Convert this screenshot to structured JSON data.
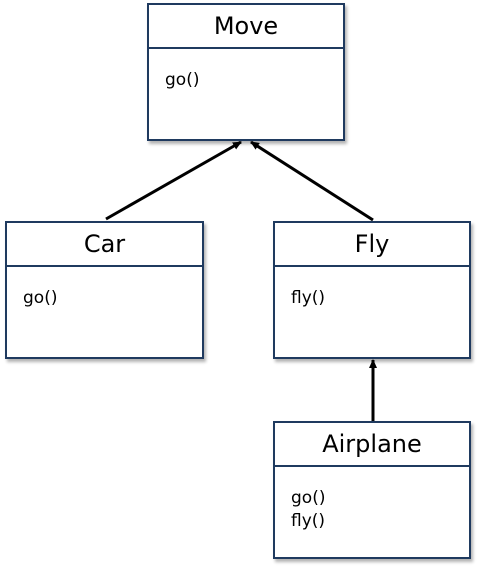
{
  "classes": {
    "move": {
      "name": "Move",
      "methods": [
        "go()"
      ]
    },
    "car": {
      "name": "Car",
      "methods": [
        "go()"
      ]
    },
    "fly": {
      "name": "Fly",
      "methods": [
        "fly()"
      ]
    },
    "airplane": {
      "name": "Airplane",
      "methods": [
        "go()",
        "fly()"
      ]
    }
  },
  "relations": [
    {
      "from": "car",
      "to": "move",
      "type": "inheritance"
    },
    {
      "from": "fly",
      "to": "move",
      "type": "inheritance"
    },
    {
      "from": "airplane",
      "to": "fly",
      "type": "inheritance"
    }
  ],
  "colors": {
    "border": "#1f3a5f",
    "arrow": "#000000"
  }
}
